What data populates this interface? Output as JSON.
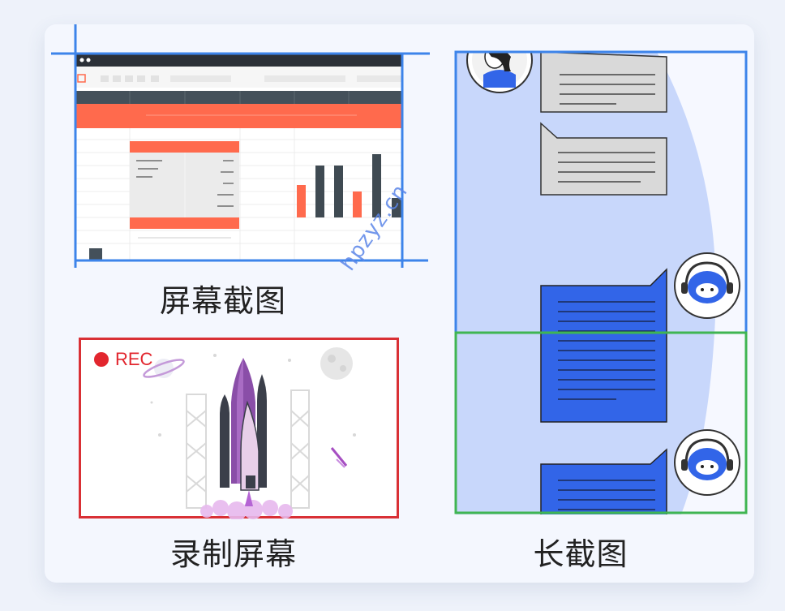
{
  "features": {
    "screenshot": {
      "label": "屏幕截图"
    },
    "record": {
      "label": "录制屏幕",
      "rec_badge": "REC"
    },
    "long_screenshot": {
      "label": "长截图"
    }
  },
  "watermark": "hpzyz.cn",
  "colors": {
    "selection_blue": "#3d84ea",
    "record_red": "#d93035",
    "long_green": "#3fb552",
    "accent_orange": "#ff6a4d",
    "chat_blue": "#3265e8"
  },
  "icons": {
    "user_avatar": "user-avatar-icon",
    "bot_avatar": "robot-headset-icon",
    "rocket": "rocket-illustration"
  }
}
